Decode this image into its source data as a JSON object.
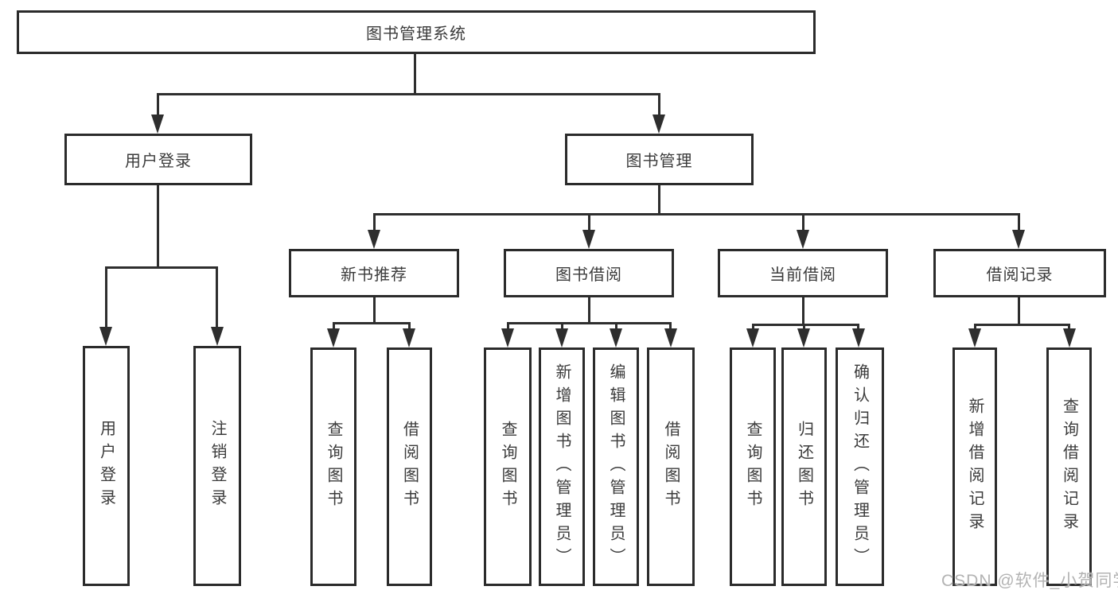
{
  "diagram": {
    "title": "图书管理系统",
    "nodes": {
      "root": "图书管理系统",
      "level2": [
        "用户登录",
        "图书管理"
      ],
      "level3": [
        "新书推荐",
        "图书借阅",
        "当前借阅",
        "借阅记录"
      ],
      "leaves_user": [
        "用户登录",
        "注销登录"
      ],
      "leaves_newbook": [
        "查询图书",
        "借阅图书"
      ],
      "leaves_borrow": [
        "查询图书",
        "新增图书（管理员）",
        "编辑图书（管理员）",
        "借阅图书"
      ],
      "leaves_current": [
        "查询图书",
        "归还图书",
        "确认归还（管理员）"
      ],
      "leaves_records": [
        "新增借阅记录",
        "查询借阅记录"
      ]
    },
    "colors": {
      "line": "#2e2e2e",
      "box_border": "#2b2b2b",
      "text": "#3b3b3b",
      "background": "#ffffff",
      "watermark_text": "#b3b3b3"
    }
  },
  "watermark": "CSDN @软件_小贺同学"
}
